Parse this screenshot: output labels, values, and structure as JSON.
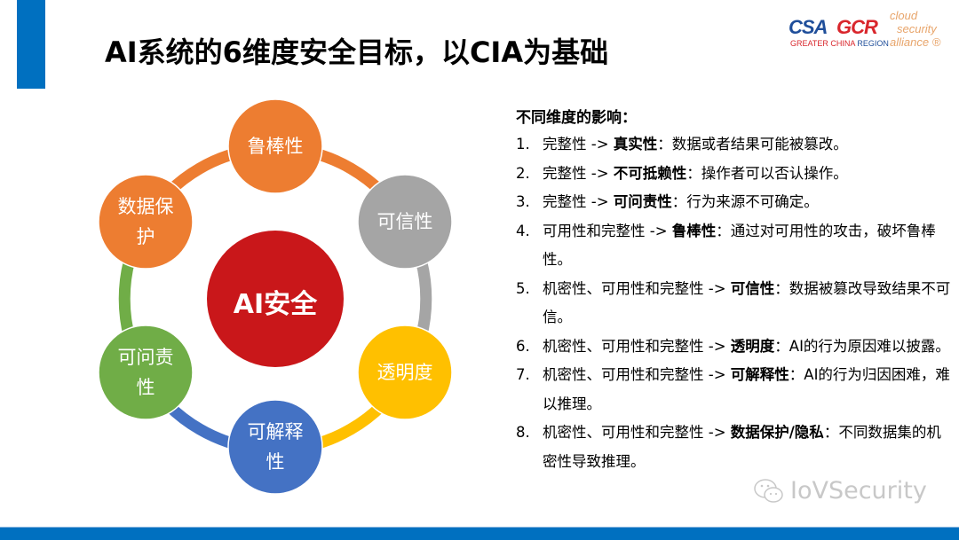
{
  "header": {
    "title": "AI系统的6维度安全目标，以CIA为基础",
    "accent_color": "#0070C0"
  },
  "logo": {
    "csa": "CSA",
    "gcr": "GCR",
    "region_red": "GREATER CHINA ",
    "region_blue": "REGION",
    "tag_line1": "cloud",
    "tag_line2": "security",
    "tag_line3": "alliance ®"
  },
  "diagram": {
    "center": {
      "label": "AI安全",
      "color": "#C9171A"
    },
    "nodes": [
      {
        "label": "鲁棒性",
        "color": "#ED7D31"
      },
      {
        "label": "可信性",
        "color": "#A5A5A5"
      },
      {
        "label": "透明度",
        "color": "#FFC000"
      },
      {
        "label": "可解释性",
        "color": "#4472C4"
      },
      {
        "label": "可问责性",
        "color": "#70AD47"
      },
      {
        "label": "数据保护",
        "color": "#ED7D31"
      }
    ]
  },
  "impacts": {
    "heading": "不同维度的影响：",
    "items": [
      {
        "num": "1.",
        "source": "完整性 -> ",
        "target": "真实性",
        "desc": "：数据或者结果可能被篡改。"
      },
      {
        "num": "2.",
        "source": "完整性 -> ",
        "target": "不可抵赖性",
        "desc": "：操作者可以否认操作。"
      },
      {
        "num": "3.",
        "source": "完整性 -> ",
        "target": "可问责性",
        "desc": "：行为来源不可确定。"
      },
      {
        "num": "4.",
        "source": "可用性和完整性 -> ",
        "target": "鲁棒性",
        "desc": "：通过对可用性的攻击，破坏鲁棒性。"
      },
      {
        "num": "5.",
        "source": "机密性、可用性和完整性 -> ",
        "target": "可信性",
        "desc": "：数据被篡改导致结果不可信。"
      },
      {
        "num": "6.",
        "source": "机密性、可用性和完整性 -> ",
        "target": "透明度",
        "desc": "：AI的行为原因难以披露。"
      },
      {
        "num": "7.",
        "source": "机密性、可用性和完整性 -> ",
        "target": "可解释性",
        "desc": "：AI的行为归因困难，难以推理。"
      },
      {
        "num": "8.",
        "source": "机密性、可用性和完整性 -> ",
        "target": "数据保护/隐私",
        "desc": "：不同数据集的机密性导致推理。"
      }
    ]
  },
  "watermark": {
    "text": "IoVSecurity",
    "icon": "wechat-icon"
  },
  "footer": {
    "bar_color": "#0070C0"
  }
}
